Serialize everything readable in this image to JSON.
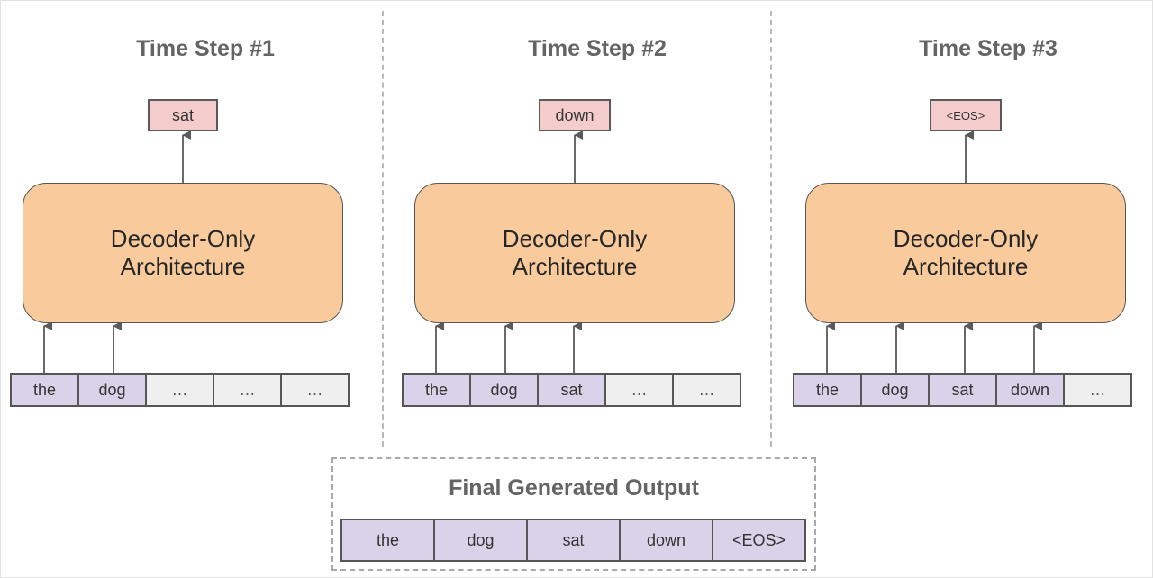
{
  "steps": [
    {
      "title": "Time Step #1",
      "output": "sat",
      "decoder_line1": "Decoder-Only",
      "decoder_line2": "Architecture",
      "tokens": [
        "the",
        "dog",
        "…",
        "…",
        "…"
      ],
      "filled_count": 2
    },
    {
      "title": "Time Step #2",
      "output": "down",
      "decoder_line1": "Decoder-Only",
      "decoder_line2": "Architecture",
      "tokens": [
        "the",
        "dog",
        "sat",
        "…",
        "…"
      ],
      "filled_count": 3
    },
    {
      "title": "Time Step #3",
      "output": "<EOS>",
      "decoder_line1": "Decoder-Only",
      "decoder_line2": "Architecture",
      "tokens": [
        "the",
        "dog",
        "sat",
        "down",
        "…"
      ],
      "filled_count": 4
    }
  ],
  "final": {
    "title": "Final Generated Output",
    "tokens": [
      "the",
      "dog",
      "sat",
      "down",
      "<EOS>"
    ]
  },
  "colors": {
    "decoder_fill": "#f9cb9c",
    "output_fill": "#f5cccc",
    "input_fill": "#d9d2e9",
    "placeholder_fill": "#efefef",
    "title_text": "#646464"
  }
}
